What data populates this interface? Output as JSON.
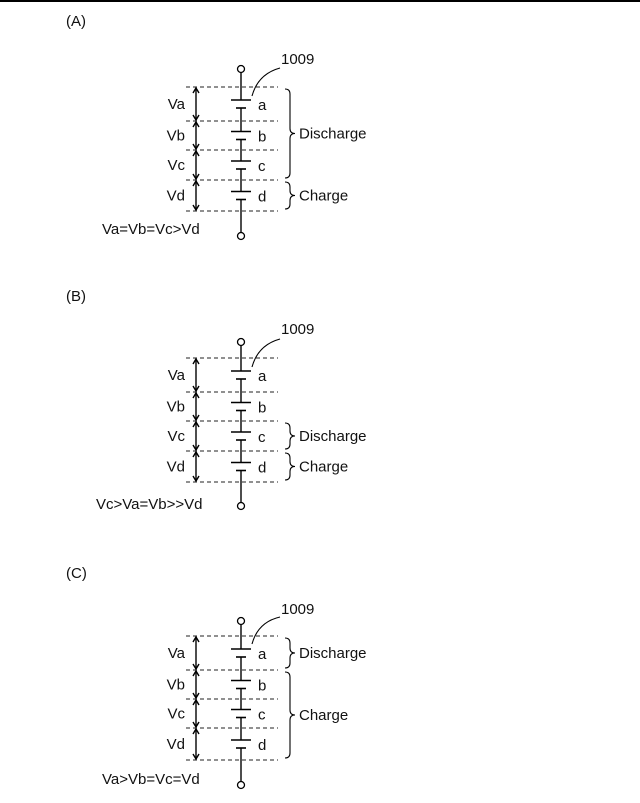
{
  "panels": [
    {
      "id": "A",
      "label": "(A)",
      "ref": "1009",
      "voltages": [
        "Va",
        "Vb",
        "Vc",
        "Vd"
      ],
      "cells": [
        "a",
        "b",
        "c",
        "d"
      ],
      "groups": [
        {
          "text": "Discharge",
          "from": 0,
          "to": 2
        },
        {
          "text": "Charge",
          "from": 3,
          "to": 3
        }
      ],
      "relation": "Va=Vb=Vc>Vd"
    },
    {
      "id": "B",
      "label": "(B)",
      "ref": "1009",
      "voltages": [
        "Va",
        "Vb",
        "Vc",
        "Vd"
      ],
      "cells": [
        "a",
        "b",
        "c",
        "d"
      ],
      "groups": [
        {
          "text": "Discharge",
          "from": 2,
          "to": 2
        },
        {
          "text": "Charge",
          "from": 3,
          "to": 3
        }
      ],
      "relation": "Vc>Va=Vb>>Vd"
    },
    {
      "id": "C",
      "label": "(C)",
      "ref": "1009",
      "voltages": [
        "Va",
        "Vb",
        "Vc",
        "Vd"
      ],
      "cells": [
        "a",
        "b",
        "c",
        "d"
      ],
      "groups": [
        {
          "text": "Discharge",
          "from": 0,
          "to": 0
        },
        {
          "text": "Charge",
          "from": 1,
          "to": 3
        }
      ],
      "relation": "Va>Vb=Vc=Vd"
    }
  ]
}
